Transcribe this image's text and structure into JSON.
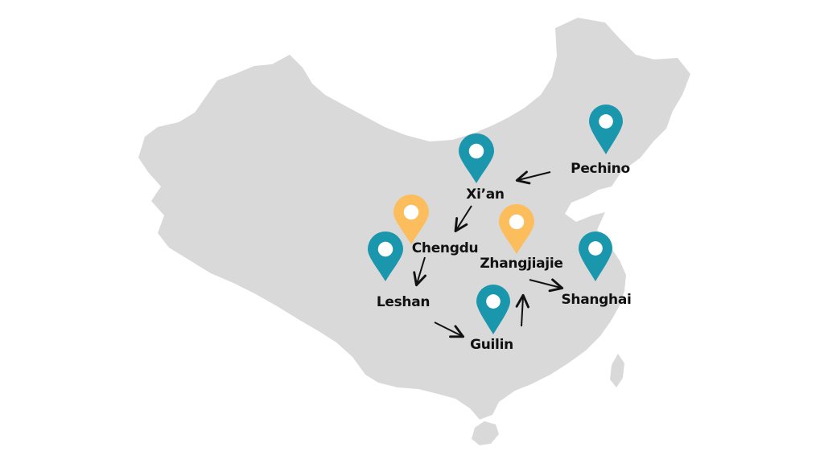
{
  "colors": {
    "map_fill": "#d9d9d9",
    "pin_primary": "#1b97ad",
    "pin_secondary": "#fcbd5c",
    "pin_hole": "#ffffff",
    "arrow": "#111111",
    "text": "#111111"
  },
  "pin_icon": "map-marker-icon",
  "cities": [
    {
      "id": "pechino",
      "label": "Pechino",
      "pin": "primary"
    },
    {
      "id": "xian",
      "label": "Xi’an",
      "pin": "primary"
    },
    {
      "id": "chengdu",
      "label": "Chengdu",
      "pin": "secondary"
    },
    {
      "id": "leshan",
      "label": "Leshan",
      "pin": "primary"
    },
    {
      "id": "zhangjiajie",
      "label": "Zhangjiajie",
      "pin": "secondary"
    },
    {
      "id": "guilin",
      "label": "Guilin",
      "pin": "primary"
    },
    {
      "id": "shanghai",
      "label": "Shanghai",
      "pin": "primary"
    }
  ],
  "route": [
    [
      "pechino",
      "xian"
    ],
    [
      "xian",
      "chengdu"
    ],
    [
      "chengdu",
      "leshan"
    ],
    [
      "leshan",
      "guilin"
    ],
    [
      "guilin",
      "zhangjiajie"
    ],
    [
      "zhangjiajie",
      "shanghai"
    ]
  ]
}
